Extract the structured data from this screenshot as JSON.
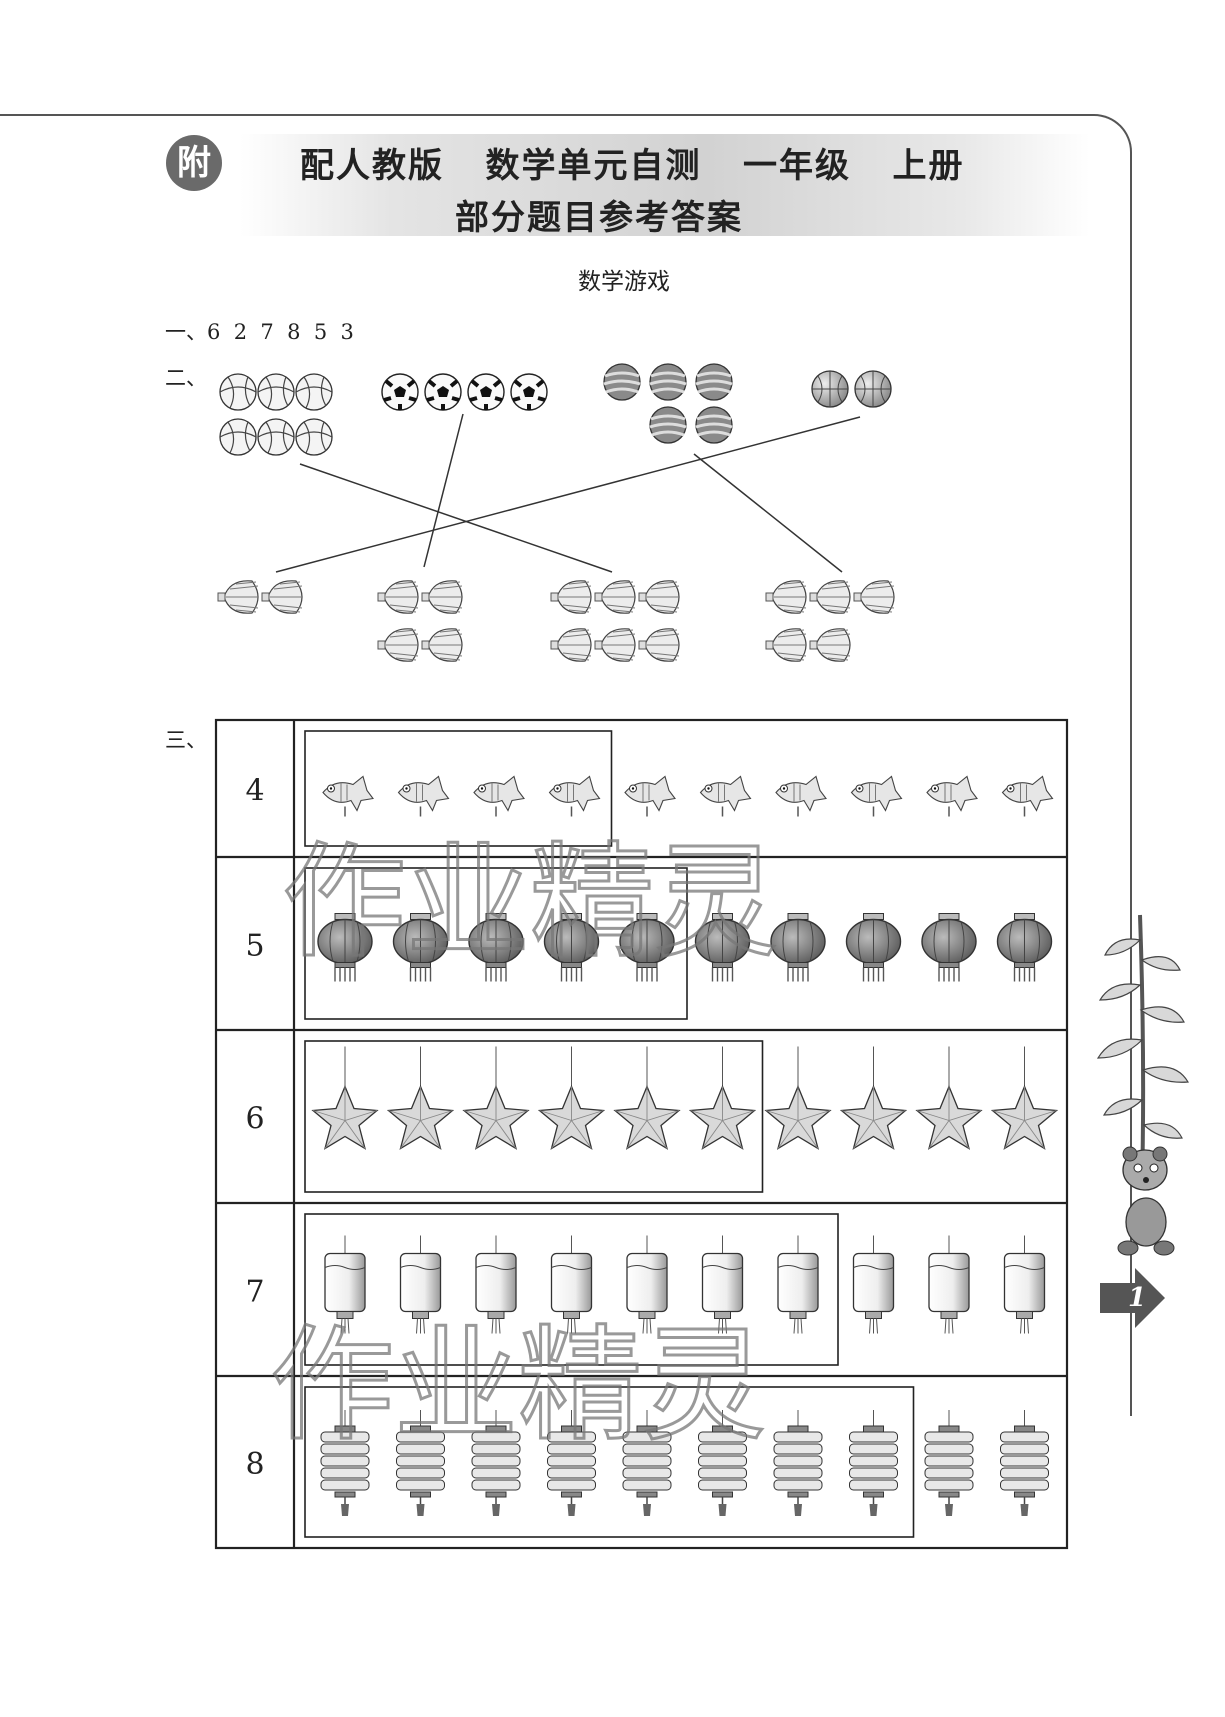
{
  "header": {
    "badge": "附",
    "title_line1": "配人教版   数学单元自测   一年级   上册",
    "title_line2": "部分题目参考答案"
  },
  "section_title": "数学游戏",
  "q1": {
    "label": "一、",
    "answers": "6  2  7  8  5  3"
  },
  "q2": {
    "label": "二、"
  },
  "q3": {
    "label": "三、",
    "rows": [
      {
        "number": "4",
        "picture": "fish-icon",
        "total": 10,
        "circled": 4
      },
      {
        "number": "5",
        "picture": "round-lantern-icon",
        "total": 10,
        "circled": 5
      },
      {
        "number": "6",
        "picture": "star-lantern-icon",
        "total": 10,
        "circled": 6
      },
      {
        "number": "7",
        "picture": "cylinder-lantern-icon",
        "total": 10,
        "circled": 7
      },
      {
        "number": "8",
        "picture": "paper-lantern-icon",
        "total": 10,
        "circled": 8
      }
    ]
  },
  "watermark": "作业精灵",
  "page_number": "1"
}
